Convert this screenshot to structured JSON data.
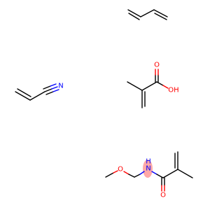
{
  "colors": {
    "background": "#ffffff",
    "bond": "#000000",
    "oxygen": "#ff0000",
    "nitrogen": "#0000ff",
    "highlight": "#ff9999"
  },
  "molecules": [
    {
      "name": "butadiene",
      "atoms": []
    },
    {
      "name": "acrylonitrile",
      "atoms": [
        {
          "label": "N"
        }
      ]
    },
    {
      "name": "methacrylic-acid",
      "atoms": [
        {
          "label": "O"
        },
        {
          "label": "OH"
        }
      ]
    },
    {
      "name": "n-methoxymethyl-methacrylamide",
      "atoms": [
        {
          "label": "O"
        },
        {
          "label": "N"
        },
        {
          "label": "H"
        },
        {
          "label": "O"
        }
      ]
    }
  ]
}
